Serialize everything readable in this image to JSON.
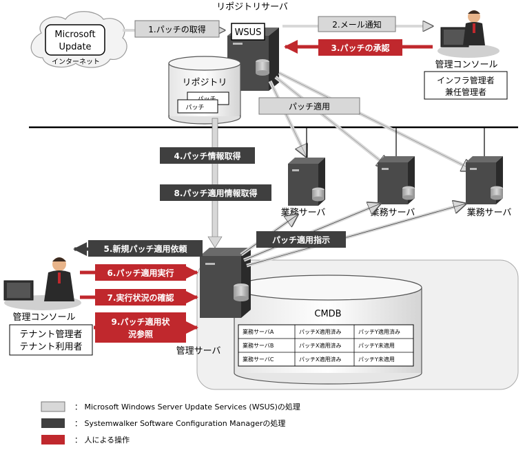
{
  "internet": {
    "cloud_line1": "Microsoft",
    "cloud_line2": "Update",
    "cloud_caption": "インターネット"
  },
  "repository_server": {
    "title": "リポジトリサーバ",
    "box_label": "WSUS"
  },
  "repository": {
    "label": "リポジトリ",
    "doc_back": "パッチ",
    "doc_front": "パッチ"
  },
  "admin_console_top": {
    "label": "管理コンソール",
    "role_line1": "インフラ管理者",
    "role_line2": "兼任管理者"
  },
  "steps": {
    "s1": "1.パッチの取得",
    "s2": "2.メール通知",
    "s3": "3.パッチの承認",
    "patch_apply": "パッチ適用",
    "s4": "4.パッチ情報取得",
    "s8": "8.パッチ適用情報取得",
    "s5": "5.新規パッチ適用依頼",
    "patch_apply_instruction": "パッチ適用指示",
    "s6": "6.パッチ適用実行",
    "s7": "7.実行状況の確認",
    "s9_line1": "9.パッチ適用状",
    "s9_line2": "況参照"
  },
  "business_servers": [
    {
      "label": "業務サーバ"
    },
    {
      "label": "業務サーバ"
    },
    {
      "label": "業務サーバ"
    }
  ],
  "admin_console_left": {
    "label": "管理コンソール",
    "role_line1": "テナント管理者",
    "role_line2": "テナント利用者"
  },
  "management_server": {
    "label": "管理サーバ"
  },
  "cmdb": {
    "label": "CMDB",
    "rows": [
      [
        "業務サーバA",
        "パッチX適用済み",
        "パッチY適用済み"
      ],
      [
        "業務サーバB",
        "パッチX適用済み",
        "パッチY未適用"
      ],
      [
        "業務サーバC",
        "パッチX適用済み",
        "パッチY未適用"
      ]
    ]
  },
  "legend": [
    {
      "text": "： Microsoft Windows Server Update Services (WSUS)の処理",
      "color": "#d8d8d8"
    },
    {
      "text": "： Systemwalker Software Configuration Managerの処理",
      "color": "#3f3f3f"
    },
    {
      "text": "： 人による操作",
      "color": "#c0282d"
    }
  ],
  "colors": {
    "wsus_gray": "#d8d8d8",
    "swcm_dark": "#3f3f3f",
    "manual_red": "#c0282d"
  }
}
